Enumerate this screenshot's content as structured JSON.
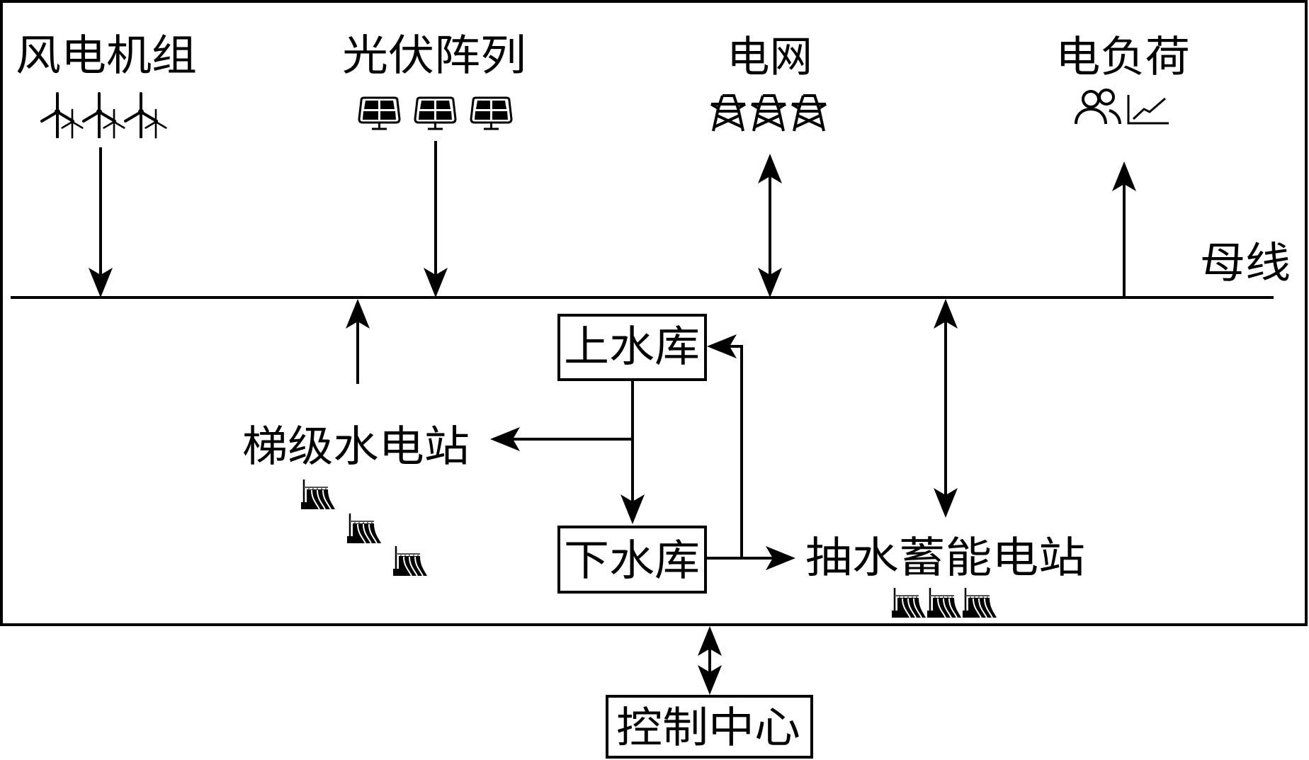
{
  "diagram": {
    "title_nodes": {
      "wind": "风电机组",
      "pv": "光伏阵列",
      "grid": "电网",
      "load": "电负荷"
    },
    "bus_label": "母线",
    "reservoirs": {
      "upper": "上水库",
      "lower": "下水库"
    },
    "cascade_hydro": "梯级水电站",
    "pumped_storage": "抽水蓄能电站",
    "control_center": "控制中心",
    "icons": {
      "wind": "wind-turbine-icon",
      "pv": "solar-panel-icon",
      "grid": "transmission-tower-icon",
      "load_people": "people-icon",
      "load_chart": "line-chart-icon",
      "hydro": "hydro-dam-icon"
    },
    "icon_counts": {
      "wind": 3,
      "pv": 3,
      "grid": 3,
      "cascade_hydro": 3,
      "pumped_storage": 3
    },
    "connections": [
      {
        "from": "风电机组",
        "to": "母线",
        "direction": "one-way"
      },
      {
        "from": "光伏阵列",
        "to": "母线",
        "direction": "one-way"
      },
      {
        "from": "电网",
        "to": "母线",
        "direction": "two-way"
      },
      {
        "from": "母线",
        "to": "电负荷",
        "direction": "one-way"
      },
      {
        "from": "梯级水电站",
        "to": "母线",
        "direction": "one-way"
      },
      {
        "from": "上水库",
        "to": "梯级水电站",
        "direction": "one-way"
      },
      {
        "from": "上水库",
        "to": "下水库",
        "direction": "one-way"
      },
      {
        "from": "下水库",
        "to": "上水库",
        "direction": "one-way"
      },
      {
        "from": "下水库",
        "to": "抽水蓄能电站",
        "direction": "one-way"
      },
      {
        "from": "抽水蓄能电站",
        "to": "母线",
        "direction": "two-way"
      },
      {
        "from": "系统",
        "to": "控制中心",
        "direction": "two-way"
      }
    ],
    "colors": {
      "stroke": "#000000",
      "background": "#ffffff"
    }
  }
}
